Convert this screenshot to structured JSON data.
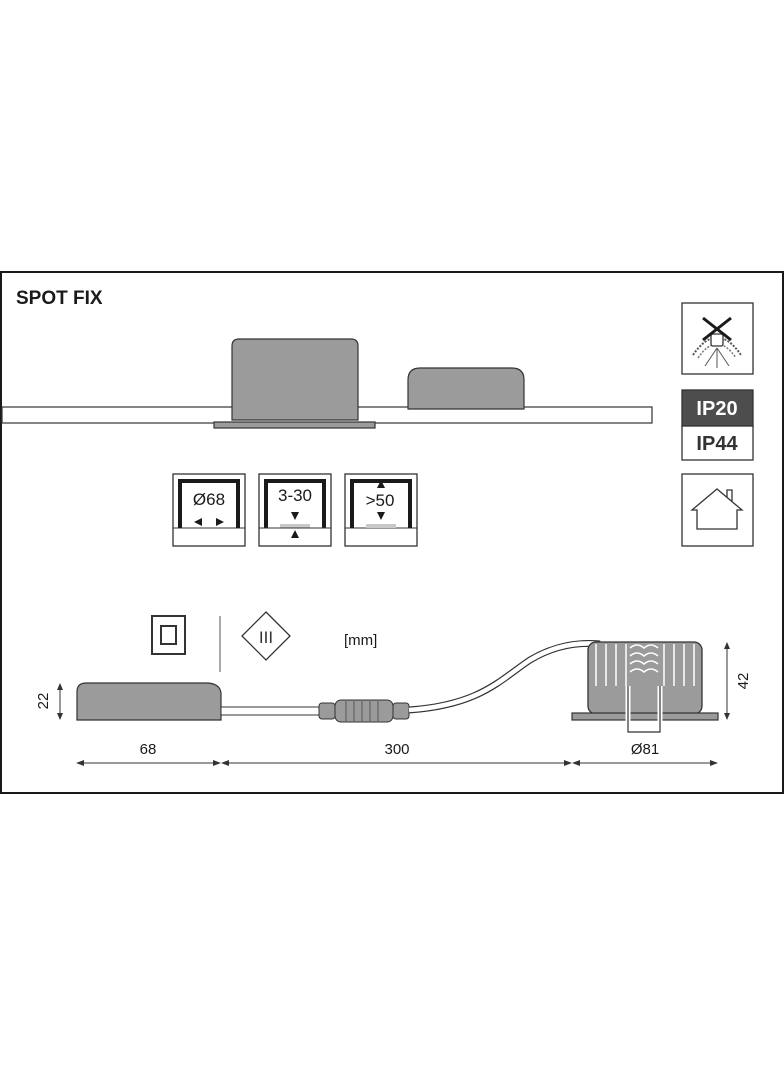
{
  "product": {
    "title": "SPOT FIX"
  },
  "badges": {
    "ip_active": "IP20",
    "ip_inactive": "IP44",
    "cutout_diameter": "Ø68",
    "ceiling_thickness": "3-30",
    "clearance": ">50",
    "protection_class": "III"
  },
  "icons": {
    "no_insulation_cover": "no-insulation-cover-icon",
    "indoor_use": "house-icon",
    "double_insulation": "double-square-icon",
    "protection_class": "class-iii-diamond-icon"
  },
  "dimensions": {
    "unit": "[mm]",
    "driver_height": "22",
    "driver_length": "68",
    "cable_length": "300",
    "spot_diameter": "Ø81",
    "spot_height": "42"
  },
  "colors": {
    "frame": "#1a1a1a",
    "housing_gray": "#9b9b9b",
    "ip_active_bg": "#4d4d4d",
    "line": "#333333"
  }
}
